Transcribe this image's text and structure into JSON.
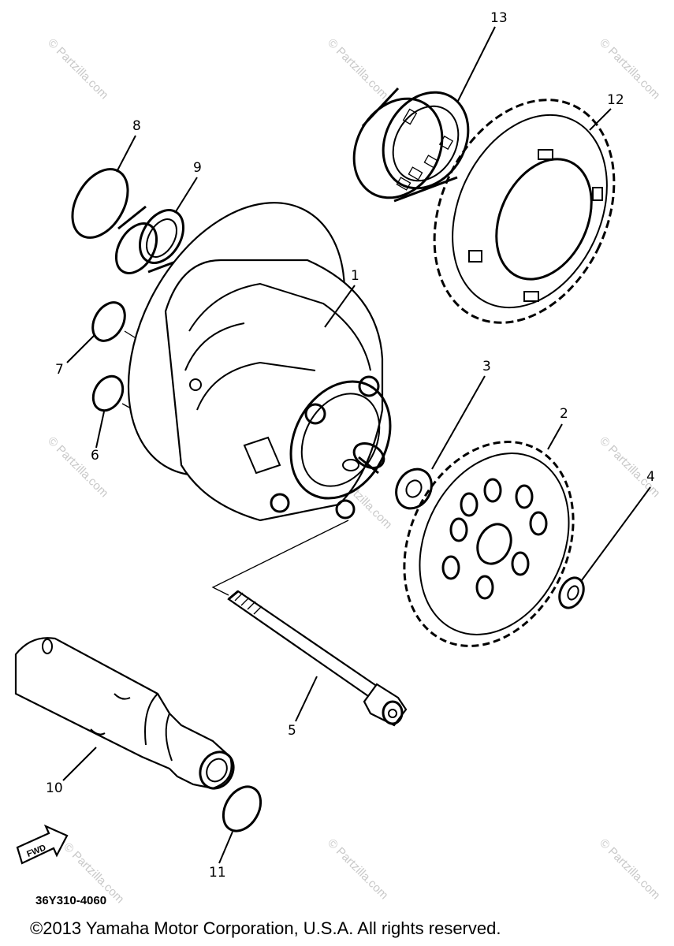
{
  "watermark": "© Partzilla.com",
  "callouts": [
    {
      "id": "1",
      "label": "1"
    },
    {
      "id": "2",
      "label": "2"
    },
    {
      "id": "3",
      "label": "3"
    },
    {
      "id": "4",
      "label": "4"
    },
    {
      "id": "5",
      "label": "5"
    },
    {
      "id": "6",
      "label": "6"
    },
    {
      "id": "7",
      "label": "7"
    },
    {
      "id": "8",
      "label": "8"
    },
    {
      "id": "9",
      "label": "9"
    },
    {
      "id": "10",
      "label": "10"
    },
    {
      "id": "11",
      "label": "11"
    },
    {
      "id": "12",
      "label": "12"
    },
    {
      "id": "13",
      "label": "13"
    }
  ],
  "fwd_badge": "FWD",
  "diagram_code": "36Y310-4060",
  "copyright": "©2013 Yamaha Motor Corporation, U.S.A. All rights reserved."
}
